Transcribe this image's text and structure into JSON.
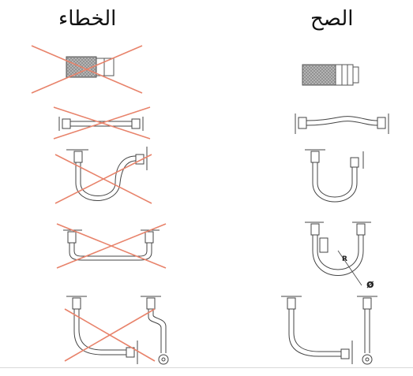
{
  "headings": {
    "wrong": "الخطاء",
    "right": "الصح"
  },
  "labels": {
    "radius": "R",
    "diameter": "ø"
  },
  "colors": {
    "cross": "#e8836b",
    "line": "#333333",
    "braid": "#9a9a9a"
  }
}
